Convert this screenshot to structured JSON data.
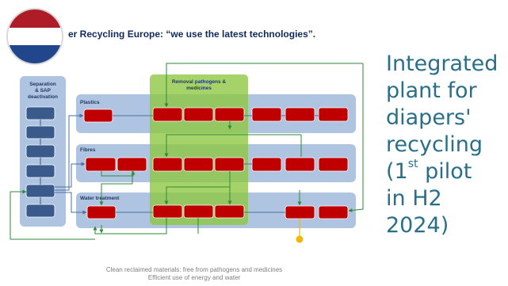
{
  "heading": "er Recycling Europe: “we use the latest technologies”.",
  "diagram": {
    "separation_label_1": "Separation",
    "separation_label_2": "& SAP",
    "separation_label_3": "deactivation",
    "removal_label_1": "Removal pathogens &",
    "removal_label_2": "medicines",
    "lane_plastics": "Plastics",
    "lane_fibres": "Fibres",
    "lane_water": "Water treatment"
  },
  "side_text": {
    "line1": "Integrated",
    "line2": "plant for",
    "line3": "diapers'",
    "line4": "recycling",
    "line5_pre": "(1",
    "line5_sup": "st",
    "line5_post": " pilot",
    "line6": "in H2",
    "line7": "2024)"
  },
  "footer": {
    "line1": "Clean reclaimed materials: free from pathogens and medicines",
    "line2": "Efficient use of energy and water"
  },
  "colors": {
    "lane": "#aec4e0",
    "separation_panel": "#aec4e0",
    "separation_block": "#3a5a8c",
    "process_block": "#c00000",
    "removal_zone": "#8dc63f",
    "arrows": "#2e8b3a",
    "connectors": "#4a6fa5",
    "output_marker": "#f2b705",
    "side_text": "#2a6f8a",
    "flag_red": "#ae1c28",
    "flag_white": "#ffffff",
    "flag_blue": "#21468b"
  },
  "icons": [
    "netherlands-flag-icon"
  ]
}
